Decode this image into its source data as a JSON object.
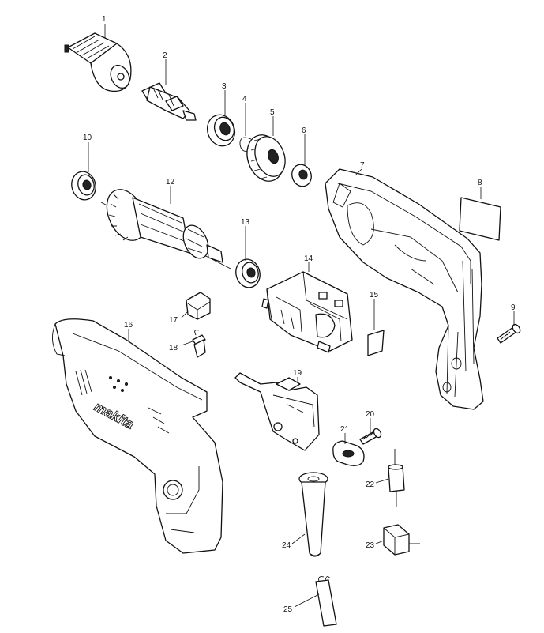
{
  "brand_text": "makita",
  "parts": [
    {
      "id": "p1",
      "label": "1"
    },
    {
      "id": "p2",
      "label": "2"
    },
    {
      "id": "p3",
      "label": "3"
    },
    {
      "id": "p4",
      "label": "4"
    },
    {
      "id": "p5",
      "label": "5"
    },
    {
      "id": "p6",
      "label": "6"
    },
    {
      "id": "p7",
      "label": "7"
    },
    {
      "id": "p8",
      "label": "8"
    },
    {
      "id": "p9",
      "label": "9"
    },
    {
      "id": "p10",
      "label": "10"
    },
    {
      "id": "p11",
      "label": "12"
    },
    {
      "id": "p12",
      "label": "13"
    },
    {
      "id": "p13",
      "label": "14"
    },
    {
      "id": "p14",
      "label": "15"
    },
    {
      "id": "p15",
      "label": "16"
    },
    {
      "id": "p16",
      "label": "17"
    },
    {
      "id": "p17",
      "label": "18"
    },
    {
      "id": "p18",
      "label": "19"
    },
    {
      "id": "p19",
      "label": "20"
    },
    {
      "id": "p20",
      "label": "21"
    },
    {
      "id": "p21",
      "label": "22"
    },
    {
      "id": "p22",
      "label": "23"
    },
    {
      "id": "p23",
      "label": "24"
    },
    {
      "id": "p24",
      "label": "25"
    }
  ]
}
